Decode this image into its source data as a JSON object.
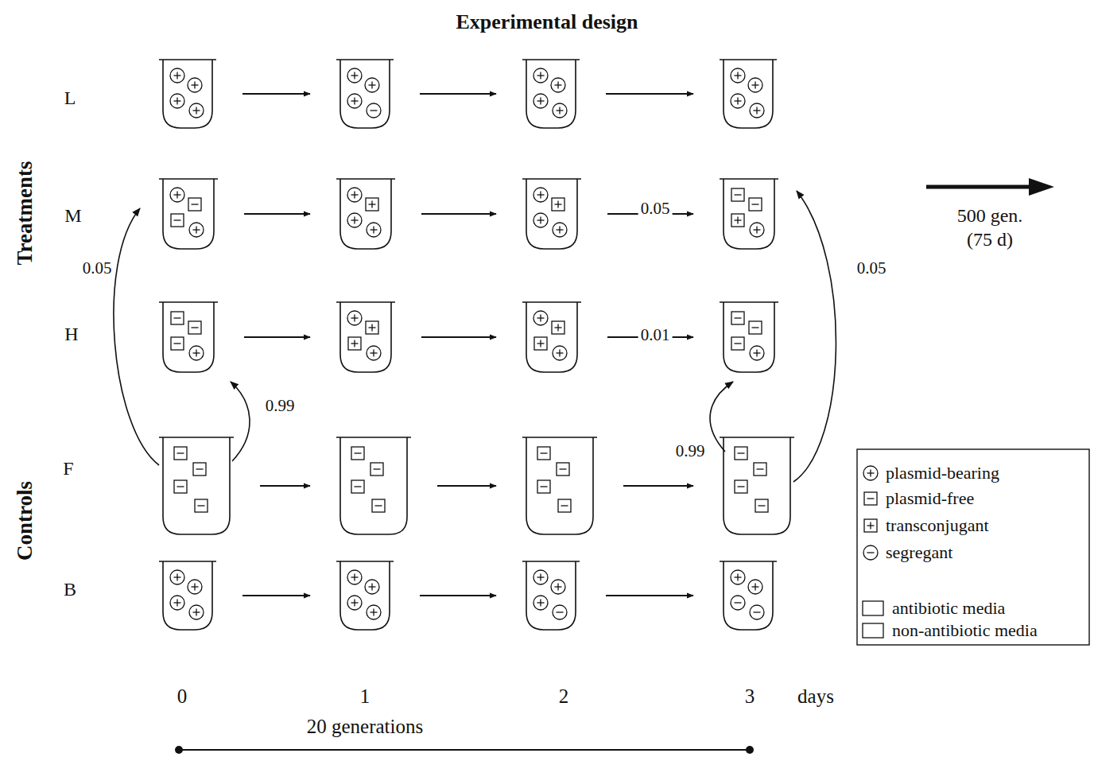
{
  "diagram": {
    "title": "Experimental design",
    "labels": [
      "Treatments",
      "Controls",
      "L",
      "M",
      "H",
      "F",
      "B",
      "0.05",
      "0.99",
      "0.05",
      "0.01",
      "0.99",
      "0.05",
      "500 gen. (75 d)",
      "0",
      "1",
      "2",
      "3",
      "days",
      "20 generations"
    ],
    "legend": [
      {
        "text": "plasmid-bearing"
      },
      {
        "text": "plasmid-free"
      },
      {
        "text": "transconjugant"
      },
      {
        "text": "segregant"
      },
      {
        "text": "antibiotic media"
      },
      {
        "text": "non-antibiotic media"
      }
    ]
  }
}
